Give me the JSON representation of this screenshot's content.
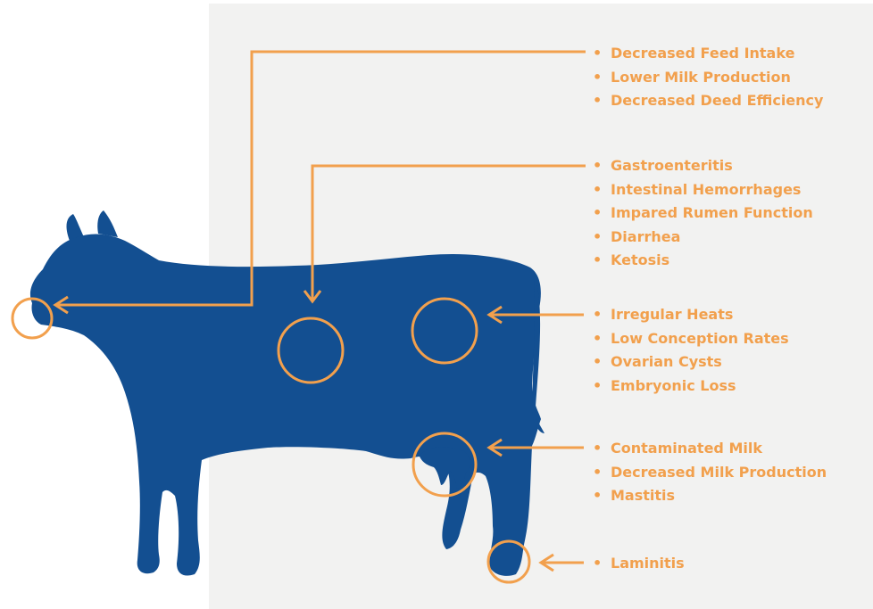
{
  "colors": {
    "panel": "#f2f2f1",
    "cow": "#134f91",
    "accent": "#f2a04d",
    "text": "#f2a04d"
  },
  "bullet": "•",
  "groups": [
    {
      "items": [
        "Decreased Feed Intake",
        "Lower Milk Production",
        "Decreased Deed Efficiency"
      ]
    },
    {
      "items": [
        "Gastroenteritis",
        "Intestinal Hemorrhages",
        "Impared Rumen Function",
        "Diarrhea",
        "Ketosis"
      ]
    },
    {
      "items": [
        "Irregular Heats",
        "Low Conception Rates",
        "Ovarian Cysts",
        "Embryonic Loss"
      ]
    },
    {
      "items": [
        "Contaminated Milk",
        "Decreased Milk Production",
        "Mastitis"
      ]
    },
    {
      "items": [
        "Laminitis"
      ]
    }
  ]
}
